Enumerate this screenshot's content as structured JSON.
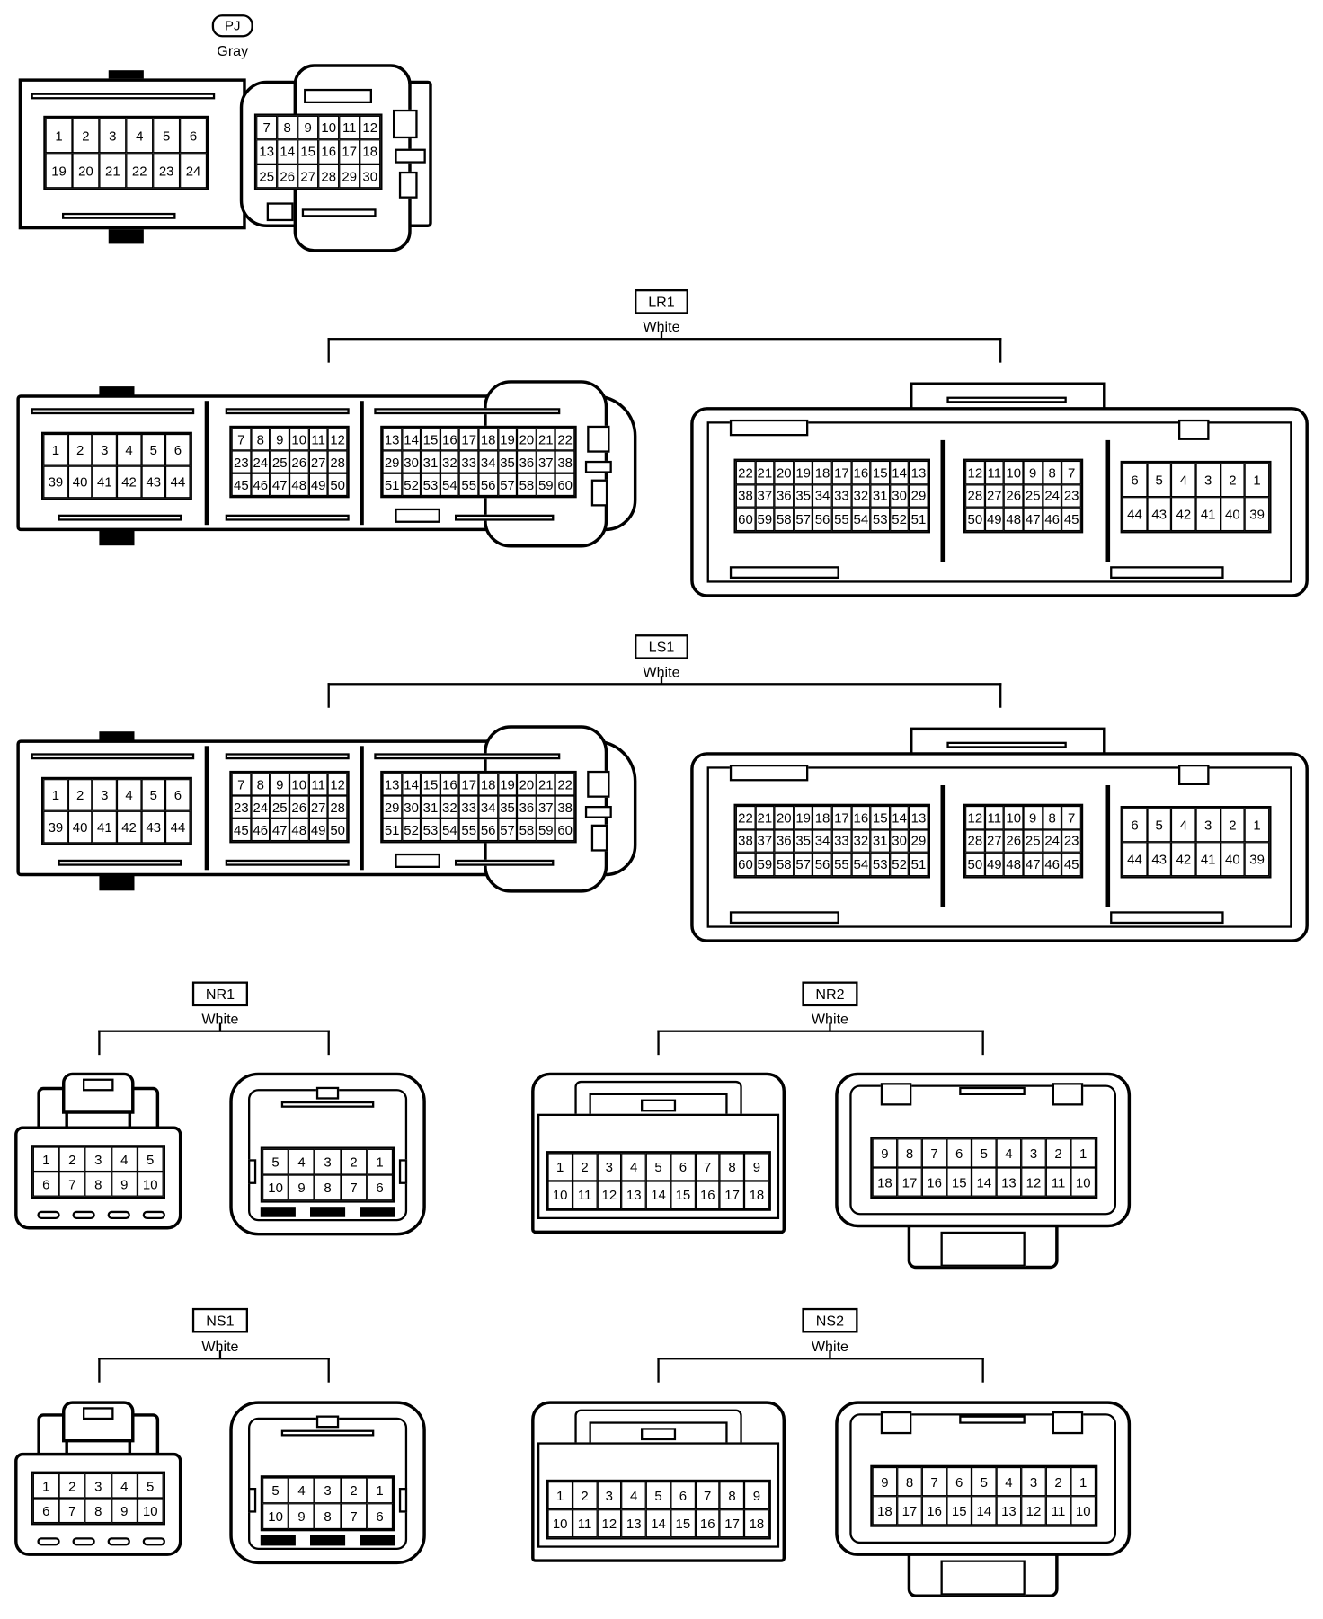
{
  "connectors": {
    "pj": {
      "code": "PJ",
      "color": "Gray",
      "grid_a": [
        [
          "1",
          "2",
          "3",
          "4",
          "5",
          "6"
        ],
        [
          "19",
          "20",
          "21",
          "22",
          "23",
          "24"
        ]
      ],
      "grid_b": [
        [
          "7",
          "8",
          "9",
          "10",
          "11",
          "12"
        ],
        [
          "13",
          "14",
          "15",
          "16",
          "17",
          "18"
        ],
        [
          "25",
          "26",
          "27",
          "28",
          "29",
          "30"
        ]
      ]
    },
    "lr1": {
      "code": "LR1",
      "color": "White",
      "male": {
        "grid_a": [
          [
            "1",
            "2",
            "3",
            "4",
            "5",
            "6"
          ],
          [
            "39",
            "40",
            "41",
            "42",
            "43",
            "44"
          ]
        ],
        "grid_b": [
          [
            "7",
            "8",
            "9",
            "10",
            "11",
            "12"
          ],
          [
            "23",
            "24",
            "25",
            "26",
            "27",
            "28"
          ],
          [
            "45",
            "46",
            "47",
            "48",
            "49",
            "50"
          ]
        ],
        "grid_c": [
          [
            "13",
            "14",
            "15",
            "16",
            "17",
            "18",
            "19",
            "20",
            "21",
            "22"
          ],
          [
            "29",
            "30",
            "31",
            "32",
            "33",
            "34",
            "35",
            "36",
            "37",
            "38"
          ],
          [
            "51",
            "52",
            "53",
            "54",
            "55",
            "56",
            "57",
            "58",
            "59",
            "60"
          ]
        ]
      },
      "female": {
        "grid_a": [
          [
            "22",
            "21",
            "20",
            "19",
            "18",
            "17",
            "16",
            "15",
            "14",
            "13"
          ],
          [
            "38",
            "37",
            "36",
            "35",
            "34",
            "33",
            "32",
            "31",
            "30",
            "29"
          ],
          [
            "60",
            "59",
            "58",
            "57",
            "56",
            "55",
            "54",
            "53",
            "52",
            "51"
          ]
        ],
        "grid_b": [
          [
            "12",
            "11",
            "10",
            "9",
            "8",
            "7"
          ],
          [
            "28",
            "27",
            "26",
            "25",
            "24",
            "23"
          ],
          [
            "50",
            "49",
            "48",
            "47",
            "46",
            "45"
          ]
        ],
        "grid_c": [
          [
            "6",
            "5",
            "4",
            "3",
            "2",
            "1"
          ],
          [
            "44",
            "43",
            "42",
            "41",
            "40",
            "39"
          ]
        ]
      }
    },
    "ls1": {
      "code": "LS1",
      "color": "White",
      "male": {
        "grid_a": [
          [
            "1",
            "2",
            "3",
            "4",
            "5",
            "6"
          ],
          [
            "39",
            "40",
            "41",
            "42",
            "43",
            "44"
          ]
        ],
        "grid_b": [
          [
            "7",
            "8",
            "9",
            "10",
            "11",
            "12"
          ],
          [
            "23",
            "24",
            "25",
            "26",
            "27",
            "28"
          ],
          [
            "45",
            "46",
            "47",
            "48",
            "49",
            "50"
          ]
        ],
        "grid_c": [
          [
            "13",
            "14",
            "15",
            "16",
            "17",
            "18",
            "19",
            "20",
            "21",
            "22"
          ],
          [
            "29",
            "30",
            "31",
            "32",
            "33",
            "34",
            "35",
            "36",
            "37",
            "38"
          ],
          [
            "51",
            "52",
            "53",
            "54",
            "55",
            "56",
            "57",
            "58",
            "59",
            "60"
          ]
        ]
      },
      "female": {
        "grid_a": [
          [
            "22",
            "21",
            "20",
            "19",
            "18",
            "17",
            "16",
            "15",
            "14",
            "13"
          ],
          [
            "38",
            "37",
            "36",
            "35",
            "34",
            "33",
            "32",
            "31",
            "30",
            "29"
          ],
          [
            "60",
            "59",
            "58",
            "57",
            "56",
            "55",
            "54",
            "53",
            "52",
            "51"
          ]
        ],
        "grid_b": [
          [
            "12",
            "11",
            "10",
            "9",
            "8",
            "7"
          ],
          [
            "28",
            "27",
            "26",
            "25",
            "24",
            "23"
          ],
          [
            "50",
            "49",
            "48",
            "47",
            "46",
            "45"
          ]
        ],
        "grid_c": [
          [
            "6",
            "5",
            "4",
            "3",
            "2",
            "1"
          ],
          [
            "44",
            "43",
            "42",
            "41",
            "40",
            "39"
          ]
        ]
      }
    },
    "nr1": {
      "code": "NR1",
      "color": "White",
      "male": [
        [
          "1",
          "2",
          "3",
          "4",
          "5"
        ],
        [
          "6",
          "7",
          "8",
          "9",
          "10"
        ]
      ],
      "female": [
        [
          "5",
          "4",
          "3",
          "2",
          "1"
        ],
        [
          "10",
          "9",
          "8",
          "7",
          "6"
        ]
      ]
    },
    "nr2": {
      "code": "NR2",
      "color": "White",
      "male": [
        [
          "1",
          "2",
          "3",
          "4",
          "5",
          "6",
          "7",
          "8",
          "9"
        ],
        [
          "10",
          "11",
          "12",
          "13",
          "14",
          "15",
          "16",
          "17",
          "18"
        ]
      ],
      "female": [
        [
          "9",
          "8",
          "7",
          "6",
          "5",
          "4",
          "3",
          "2",
          "1"
        ],
        [
          "18",
          "17",
          "16",
          "15",
          "14",
          "13",
          "12",
          "11",
          "10"
        ]
      ]
    },
    "ns1": {
      "code": "NS1",
      "color": "White",
      "male": [
        [
          "1",
          "2",
          "3",
          "4",
          "5"
        ],
        [
          "6",
          "7",
          "8",
          "9",
          "10"
        ]
      ],
      "female": [
        [
          "5",
          "4",
          "3",
          "2",
          "1"
        ],
        [
          "10",
          "9",
          "8",
          "7",
          "6"
        ]
      ]
    },
    "ns2": {
      "code": "NS2",
      "color": "White",
      "male": [
        [
          "1",
          "2",
          "3",
          "4",
          "5",
          "6",
          "7",
          "8",
          "9"
        ],
        [
          "10",
          "11",
          "12",
          "13",
          "14",
          "15",
          "16",
          "17",
          "18"
        ]
      ],
      "female": [
        [
          "9",
          "8",
          "7",
          "6",
          "5",
          "4",
          "3",
          "2",
          "1"
        ],
        [
          "18",
          "17",
          "16",
          "15",
          "14",
          "13",
          "12",
          "11",
          "10"
        ]
      ]
    }
  }
}
